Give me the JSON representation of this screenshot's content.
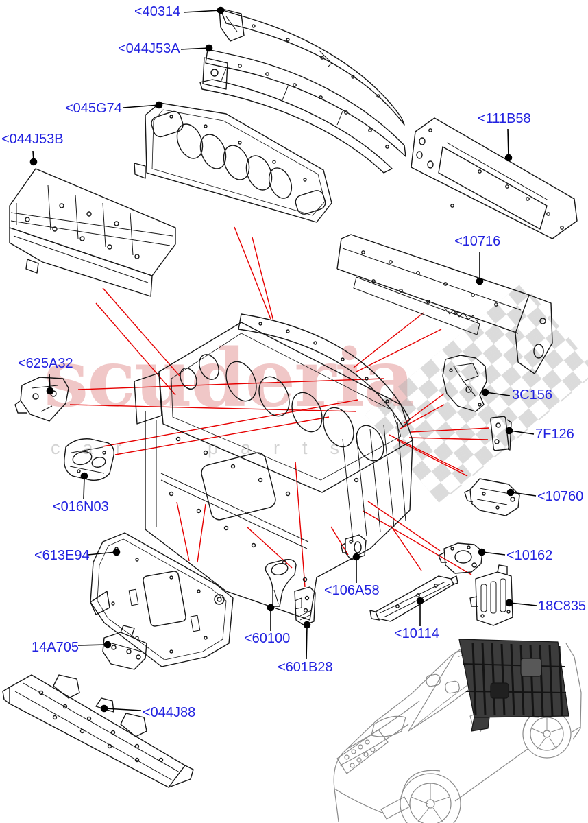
{
  "diagram_title": "Rear body panel and related parts (exploded parts diagram)",
  "colors": {
    "label": "#2222e0",
    "leader": "#000000",
    "callout": "#e60000",
    "art": "#161616",
    "wm-pink": "rgba(205,70,70,0.30)",
    "wm-gray": "rgba(140,140,140,0.38)",
    "checker": "rgba(176,176,176,0.50)"
  },
  "watermark": {
    "title": "scuderia",
    "subtitle": "car parts"
  },
  "parts": [
    {
      "id": "40314",
      "label": "<40314"
    },
    {
      "id": "044J53A",
      "label": "<044J53A"
    },
    {
      "id": "045G74",
      "label": "<045G74"
    },
    {
      "id": "111B58",
      "label": "<111B58"
    },
    {
      "id": "044J53B",
      "label": "<044J53B"
    },
    {
      "id": "10716",
      "label": "<10716"
    },
    {
      "id": "625A32",
      "label": "<625A32"
    },
    {
      "id": "3C156",
      "label": "3C156"
    },
    {
      "id": "7F126",
      "label": "7F126"
    },
    {
      "id": "016N03",
      "label": "<016N03"
    },
    {
      "id": "10760",
      "label": "<10760"
    },
    {
      "id": "613E94",
      "label": "<613E94"
    },
    {
      "id": "10162",
      "label": "<10162"
    },
    {
      "id": "106A58",
      "label": "<106A58"
    },
    {
      "id": "18C835",
      "label": "18C835"
    },
    {
      "id": "60100",
      "label": "<60100"
    },
    {
      "id": "10114",
      "label": "<10114"
    },
    {
      "id": "14A705",
      "label": "14A705"
    },
    {
      "id": "601B28",
      "label": "<601B28"
    },
    {
      "id": "044J88",
      "label": "<044J88"
    }
  ]
}
